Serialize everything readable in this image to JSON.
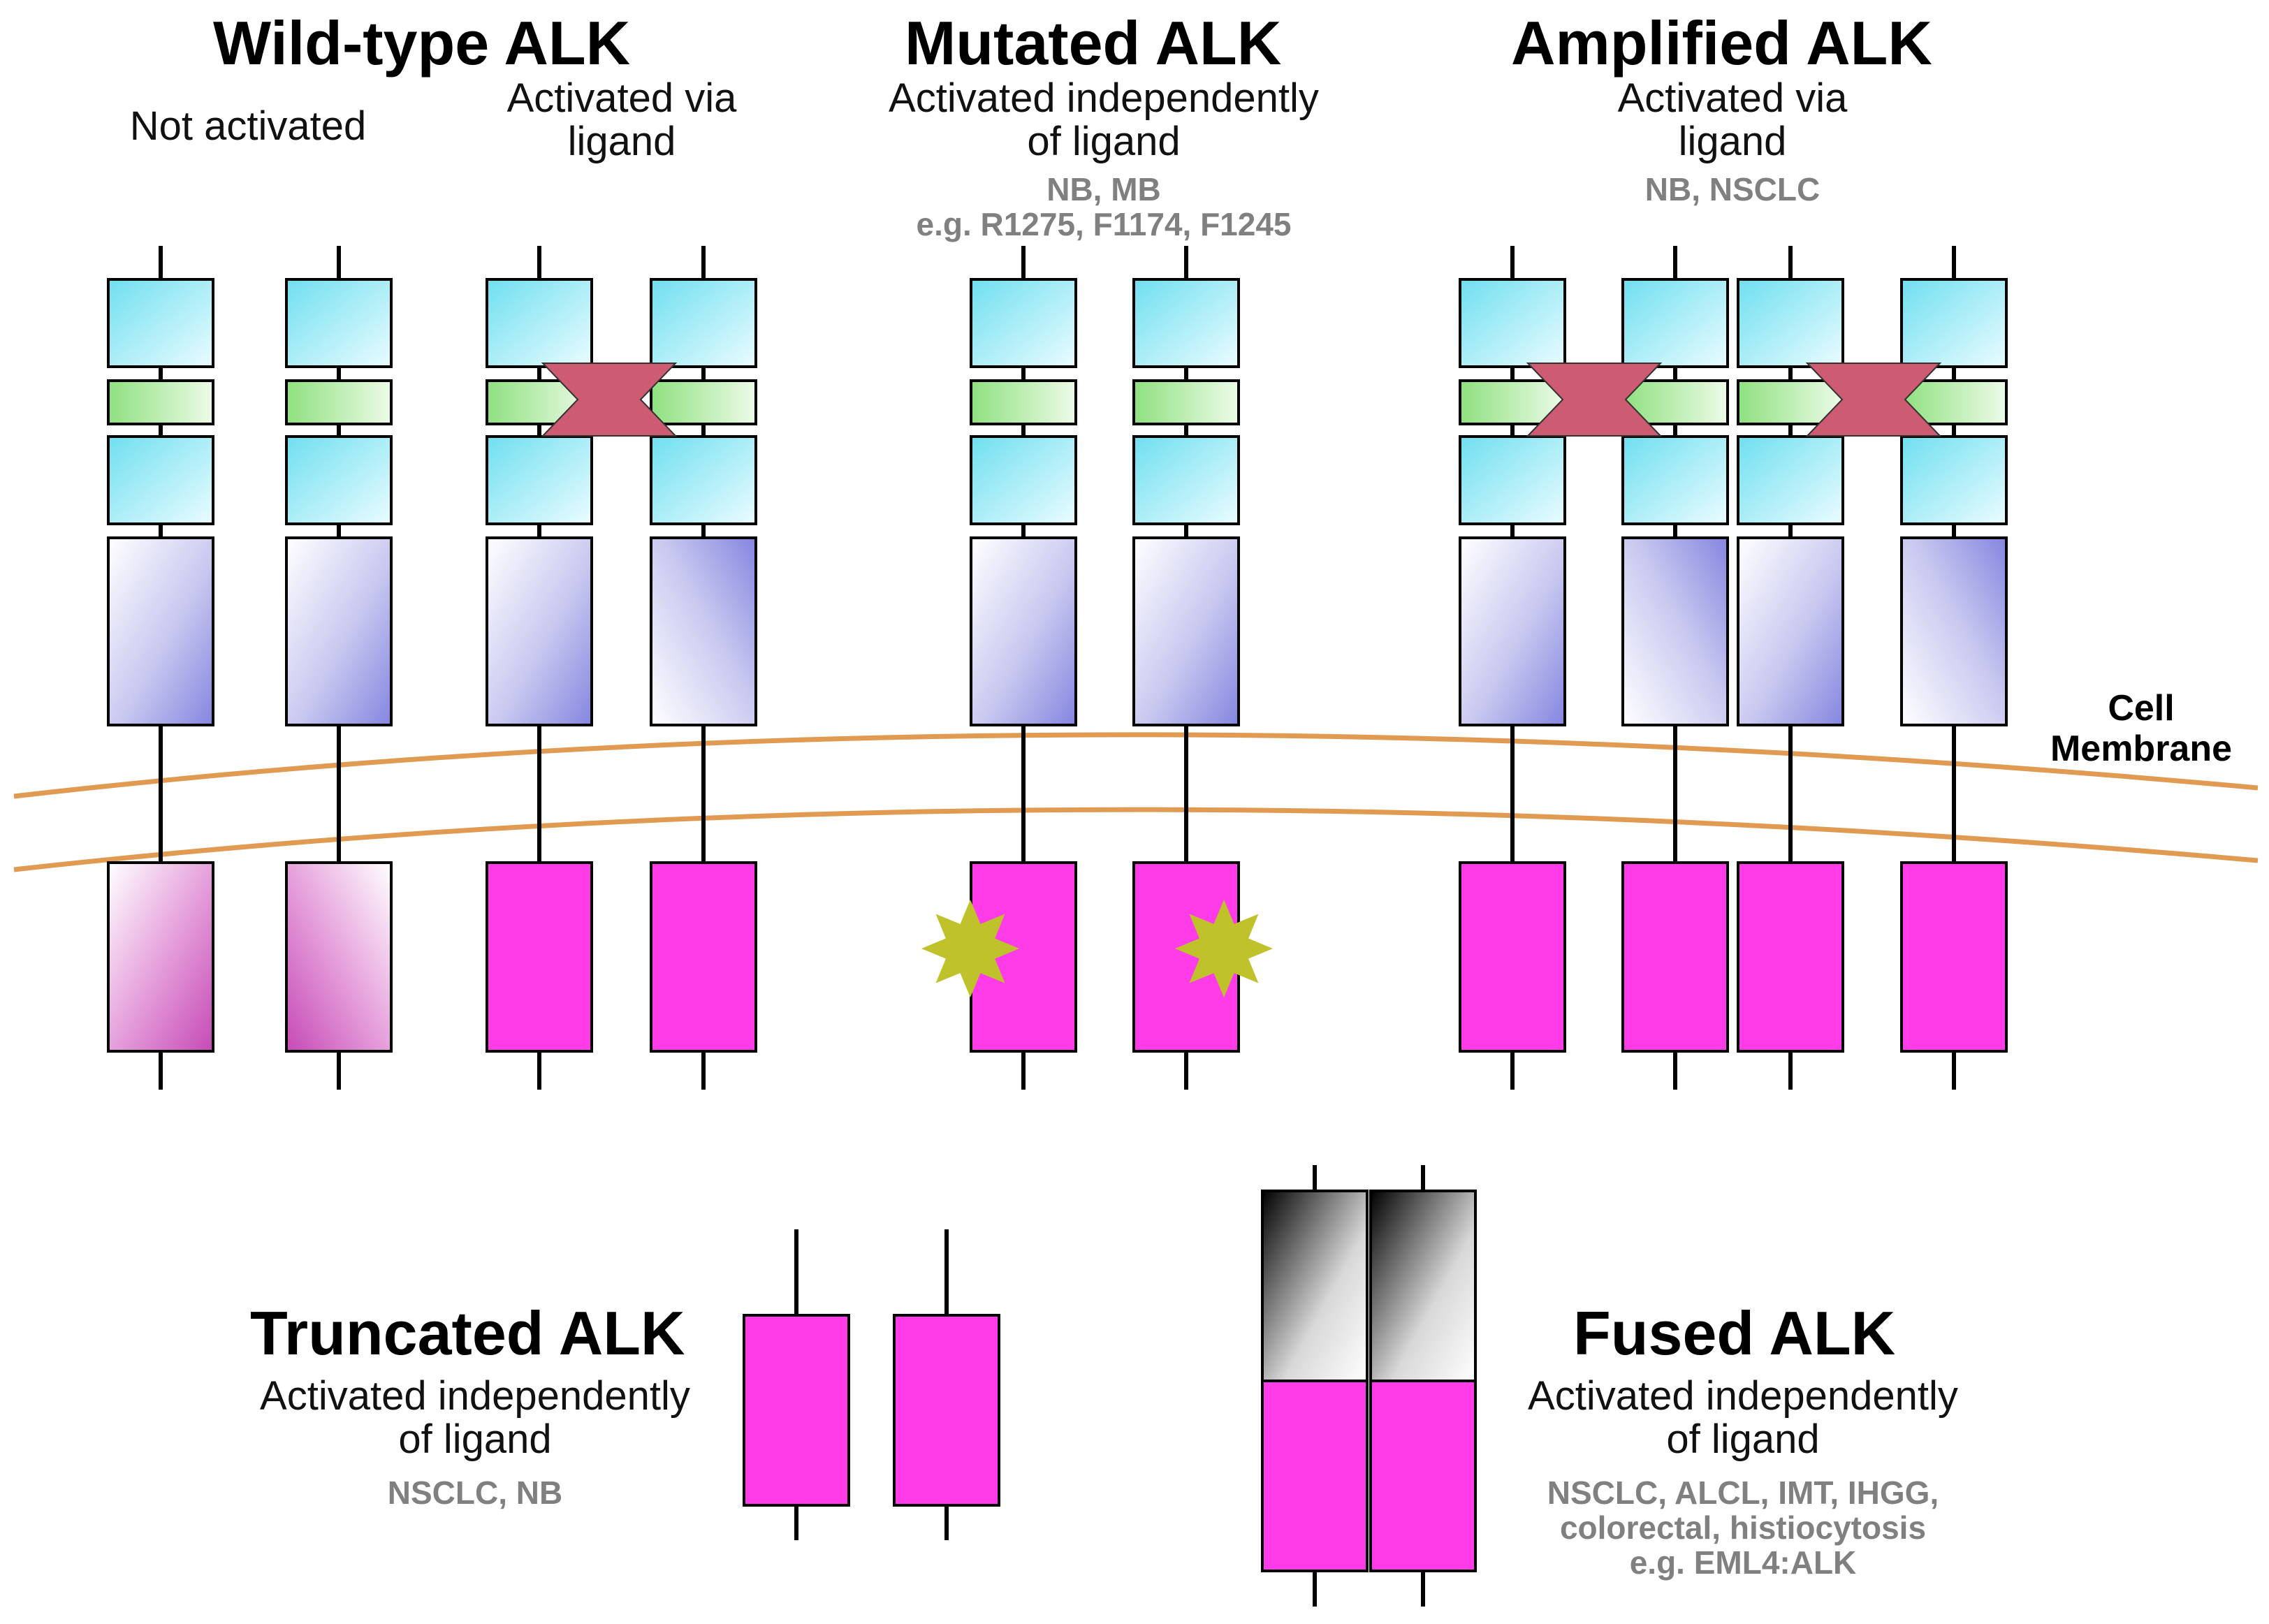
{
  "diagram": {
    "wildtype": {
      "title": "Wild-type ALK",
      "not_activated": "Not activated",
      "activated_line1": "Activated via",
      "activated_line2": "ligand"
    },
    "mutated": {
      "title": "Mutated ALK",
      "sub_line1": "Activated independently",
      "sub_line2": "of ligand",
      "note_line1": "NB, MB",
      "note_line2": "e.g. R1275, F1174, F1245"
    },
    "amplified": {
      "title": "Amplified ALK",
      "sub_line1": "Activated via",
      "sub_line2": "ligand",
      "note_line1": "NB, NSCLC"
    },
    "membrane": {
      "line1": "Cell",
      "line2": "Membrane"
    },
    "truncated": {
      "title": "Truncated ALK",
      "sub_line1": "Activated independently",
      "sub_line2": "of ligand",
      "note_line1": "NSCLC, NB"
    },
    "fused": {
      "title": "Fused ALK",
      "sub_line1": "Activated independently",
      "sub_line2": "of ligand",
      "note_line1": "NSCLC, ALCL, IMT, IHGG,",
      "note_line2": "colorectal, histiocytosis",
      "note_line3": "e.g. EML4:ALK"
    },
    "colors": {
      "mam_domain": "#6fdfef",
      "ldla_domain": "#8fe080",
      "glycine_domain": "#8f8fe8",
      "kinase_active": "#ff3ce8",
      "kinase_inactive": "#d25fc6",
      "ligand": "#cd5b72",
      "mutation_star": "#bfc22a",
      "membrane": "#e09a52",
      "fusion_partner": "#303030"
    }
  }
}
